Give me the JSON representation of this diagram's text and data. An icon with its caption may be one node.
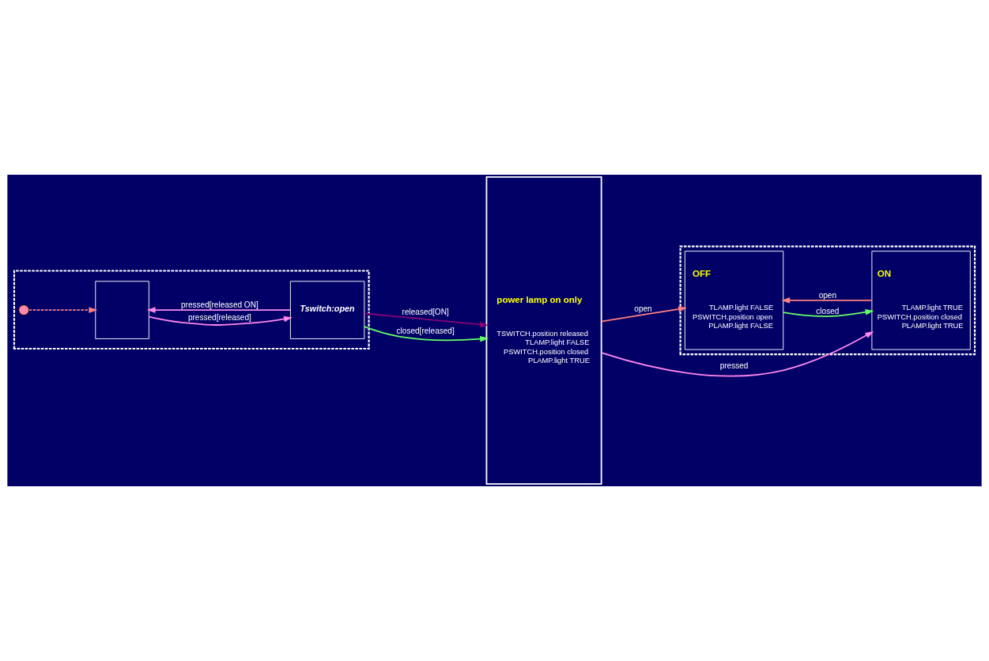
{
  "diagram": {
    "nodes": [
      {
        "text": [],
        "shape": "box"
      },
      {
        "text": [
          "OFF",
          "TLAMP.light FALSE",
          "PSWITCH.position open",
          "PLAMP.light FALSE"
        ],
        "in": 0
      },
      {
        "text": [
          "ON",
          "TLAMP.light TRUE",
          "PSWITCH.position closed",
          "PLAMP.light TRUE"
        ],
        "in": 0
      },
      {
        "text": [
          "power lamp on only",
          "TSWITCH.position released",
          "TLAMP.light FALSE",
          "PSWITCH.position closed",
          "PLAMP.light TRUE"
        ]
      },
      {
        "text": [],
        "shape": "box"
      },
      {
        "text": [],
        "shape": "circle",
        "in": 4
      },
      {
        "text": [],
        "shape": "box",
        "in": 4
      },
      {
        "text": [
          "Tswitch:open"
        ],
        "in": 4
      }
    ],
    "edges": [
      {
        "from": 1,
        "to": 2,
        "arrow": "to",
        "label": "closed",
        "color": "#66ff66"
      },
      {
        "from": 2,
        "to": 1,
        "arrow": "to",
        "label": "open",
        "color": "#ff8080"
      },
      {
        "from": 3,
        "to": 2,
        "arrow": "to",
        "label": "pressed",
        "color": "#ff88ee"
      },
      {
        "from": 3,
        "to": 1,
        "arrow": "to",
        "label": "open",
        "color": "#ff8080"
      },
      {
        "from": 5,
        "to": 6,
        "arrow": "to",
        "style": "dashed",
        "color": "#ff8080"
      },
      {
        "from": 6,
        "to": 7,
        "arrow": "to",
        "label": "pressed[released]",
        "color": "#ff88ee"
      },
      {
        "from": 7,
        "to": 6,
        "arrow": "to",
        "label": "pressed[released ON]",
        "color": "#ff88ee"
      },
      {
        "from": 7,
        "to": 3,
        "arrow": "to",
        "label": "released[ON]",
        "color": "#880077"
      },
      {
        "from": 7,
        "to": 3,
        "arrow": "to",
        "label": "closed[released]",
        "color": "#66ff66"
      }
    ]
  }
}
